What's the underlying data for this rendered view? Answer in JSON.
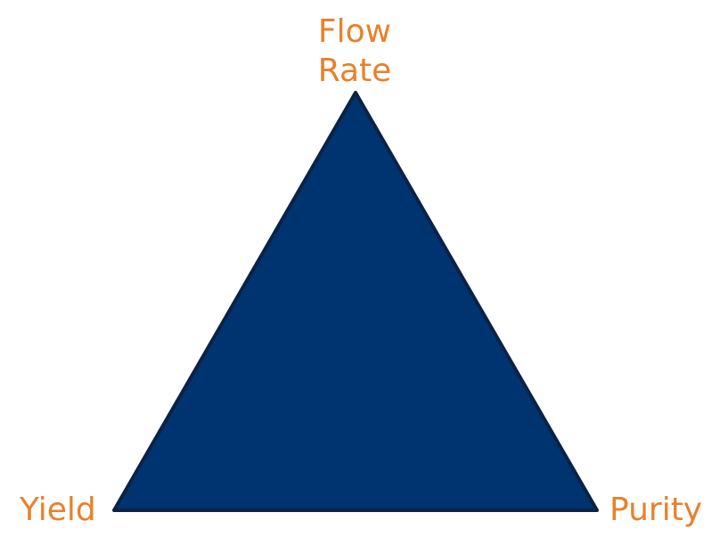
{
  "diagram": {
    "type": "triangle",
    "vertices": {
      "top": {
        "line1": "Flow",
        "line2": "Rate"
      },
      "left": "Yield",
      "right": "Purity"
    },
    "colors": {
      "triangle_fill": "#003470",
      "triangle_stroke": "#0b2246",
      "label_text": "#e8812a"
    }
  }
}
